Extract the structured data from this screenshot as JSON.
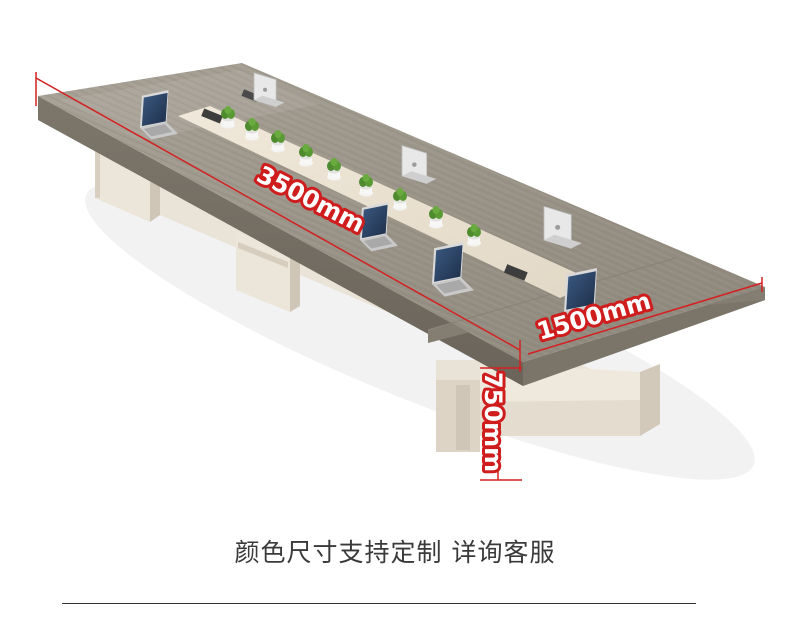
{
  "dimensions": {
    "length": "3500mm",
    "width": "1500mm",
    "height": "750mm"
  },
  "caption": "颜色尺寸支持定制 详询客服",
  "colors": {
    "dimension_line": "#d42020",
    "tabletop": "#9b948a",
    "base": "#ebe3d8"
  }
}
